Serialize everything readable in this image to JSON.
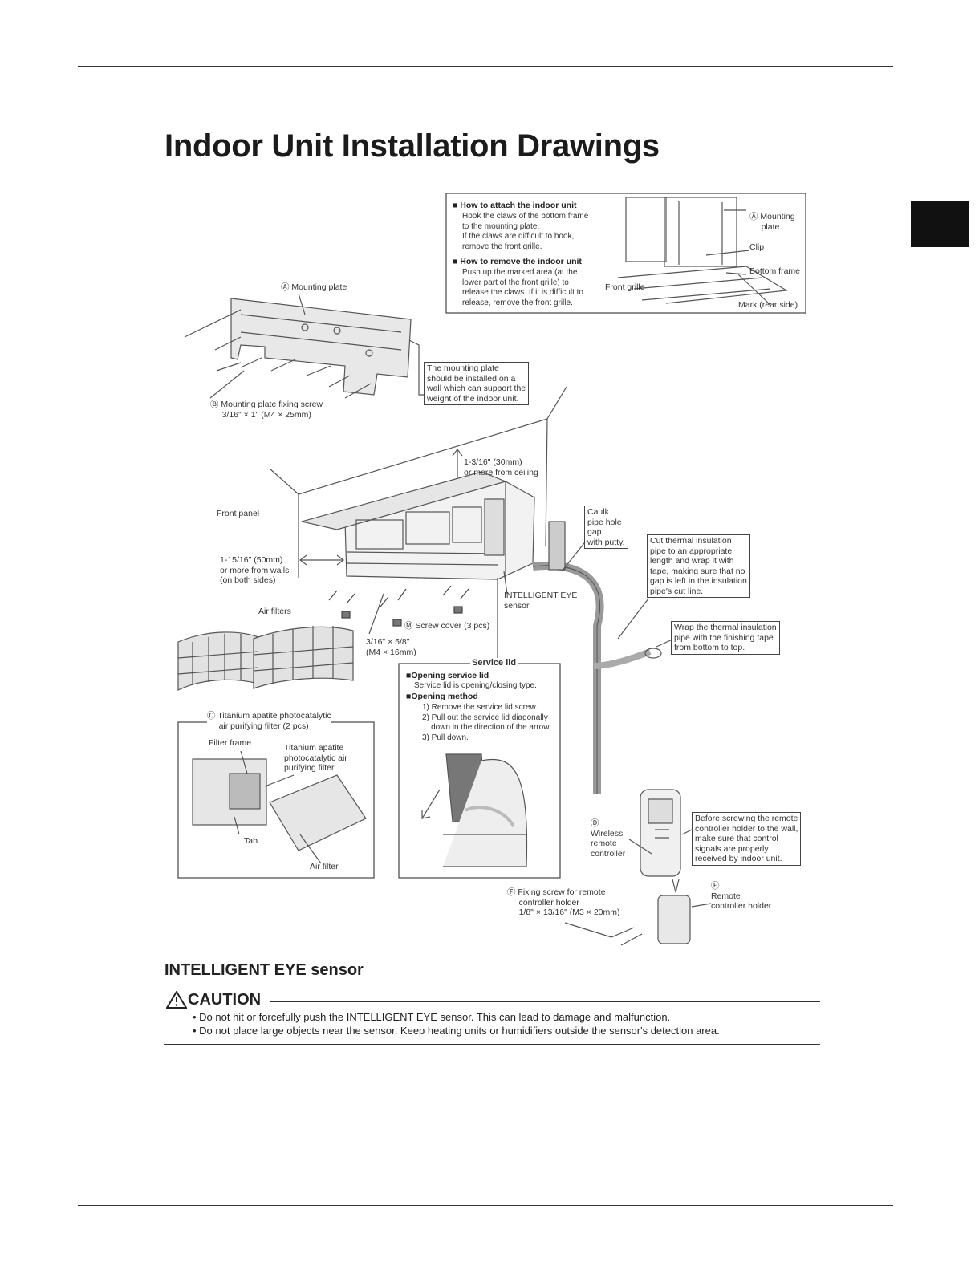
{
  "page_title": "Indoor Unit Installation Drawings",
  "attach_box": {
    "attach_heading": "How to attach the indoor unit",
    "attach_text": "Hook the claws of the bottom frame\nto the mounting plate.\nIf the claws are difficult to hook,\nremove the front grille.",
    "remove_heading": "How to remove the indoor unit",
    "remove_text": "Push up the marked area (at the\nlower part of the front grille) to\nrelease the claws. If it is difficult to\nrelease, remove the front grille.",
    "label_mounting_plate": "Ⓐ Mounting\n     plate",
    "label_clip": "Clip",
    "label_bottom_frame": "Bottom frame",
    "label_front_grille": "Front grille",
    "label_mark": "Mark (rear side)"
  },
  "labels": {
    "mounting_plate": "Ⓐ Mounting plate",
    "fixing_screw": "Ⓑ Mounting plate fixing screw\n     3/16\" × 1\" (M4 × 25mm)",
    "mounting_note": "The mounting plate\nshould be installed on a\nwall which can support the\nweight of the indoor unit.",
    "ceiling_gap": "1-3/16\" (30mm)\nor more from ceiling",
    "front_panel": "Front panel",
    "wall_gap": "1-15/16\" (50mm)\nor more from walls\n(on both sides)",
    "caulk": "Caulk\npipe hole\ngap\nwith putty.",
    "cut_insulation": "Cut thermal insulation\npipe to an appropriate\nlength and wrap it with\ntape, making sure that no\ngap is left in the insulation\npipe's cut line.",
    "eye_sensor": "INTELLIGENT EYE\nsensor",
    "air_filters": "Air filters",
    "screw_cover": "Ⓜ Screw cover (3 pcs)",
    "screw_size": "3/16\" × 5/8\"\n(M4 × 16mm)",
    "wrap_pipe": "Wrap the thermal insulation\npipe with the finishing tape\nfrom bottom to top.",
    "titanium_filter": "Ⓒ Titanium apatite photocatalytic\n     air purifying filter (2 pcs)",
    "filter_frame": "Filter frame",
    "titanium_detail": "Titanium apatite\nphotocatalytic air\npurifying filter",
    "tab": "Tab",
    "air_filter": "Air filter",
    "remote": "Ⓓ\nWireless\nremote\ncontroller",
    "remote_note": "Before screwing the remote\ncontroller holder to the wall,\nmake sure that control\nsignals are properly\nreceived by indoor unit.",
    "remote_holder": "Ⓔ\nRemote\ncontroller holder",
    "remote_screw": "Ⓕ Fixing screw for remote\n     controller holder\n     1/8\" × 13/16\" (M3 × 20mm)"
  },
  "service_lid": {
    "title": "Service lid",
    "opening_heading": "Opening service lid",
    "opening_text": "Service lid is opening/closing type.",
    "method_heading": "Opening method",
    "steps": "1) Remove the service lid screw.\n2) Pull out the service lid diagonally\n    down in the direction of the arrow.\n3) Pull down."
  },
  "sensor_section": {
    "heading": "INTELLIGENT EYE sensor",
    "caution": "CAUTION",
    "bullet1": "• Do not hit or forcefully push the INTELLIGENT EYE sensor. This can lead to damage and malfunction.",
    "bullet2": "• Do not place large objects near the sensor. Keep heating units or humidifiers outside the sensor's detection area."
  }
}
